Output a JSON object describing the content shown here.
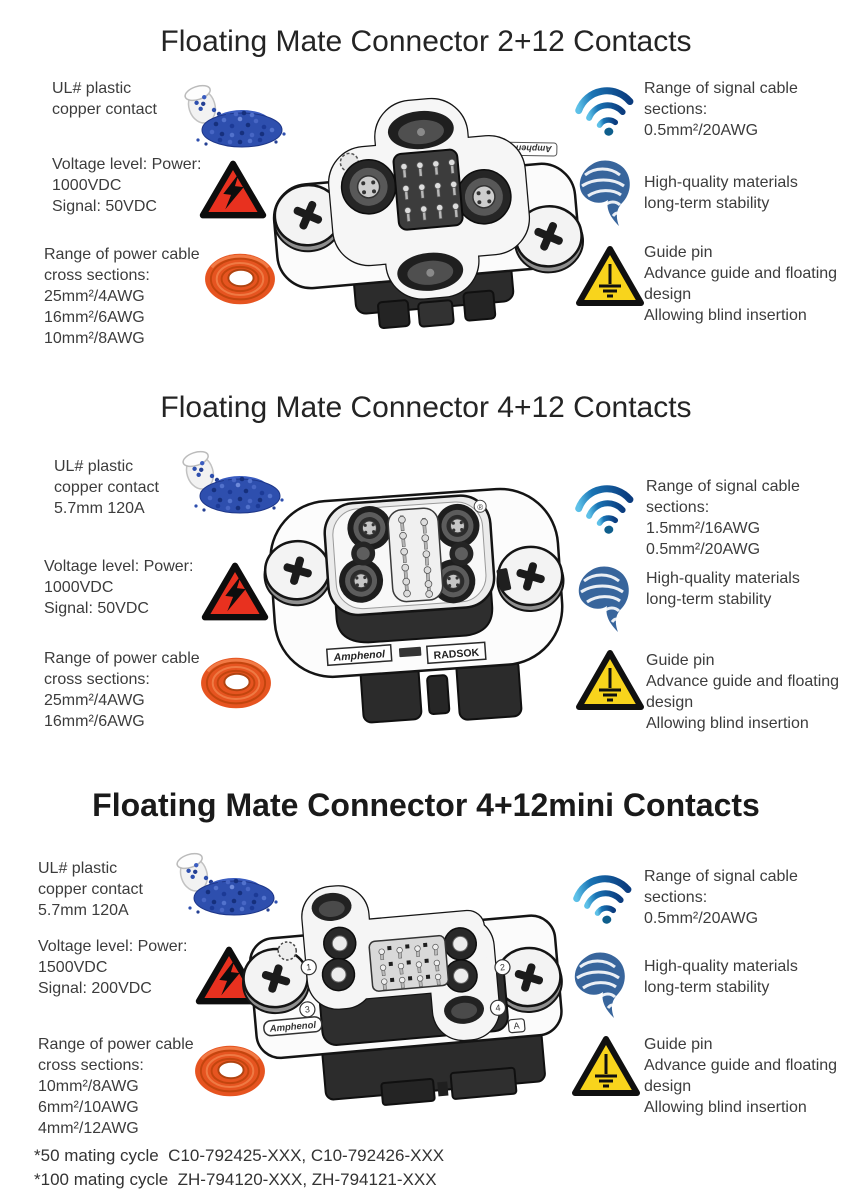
{
  "brand": {
    "amphenol": "Amphenol",
    "radsok": "RADSOK"
  },
  "colors": {
    "granule_blue": "#2e4fae",
    "warning_red": "#e8311f",
    "cable_orange": "#e65420",
    "signal_blue": "#0b3c7e",
    "swirl_blue": "#38659c",
    "warning_yellow": "#f8d41c"
  },
  "icons": {
    "plastic_granules": "plastic-granules-icon",
    "high_voltage": "high-voltage-warning-icon",
    "power_cable": "power-cable-coil-icon",
    "signal_wifi": "signal-cable-wifi-icon",
    "material_swirl": "material-quality-swirl-icon",
    "earth_ground": "earth-ground-warning-icon"
  },
  "sections": [
    {
      "title": "Floating Mate Connector 2+12 Contacts",
      "left": [
        {
          "icon": "plastic-granules-icon",
          "text": "UL# plastic\ncopper contact"
        },
        {
          "icon": "high-voltage-warning-icon",
          "text": "Voltage level: Power:\n1000VDC\nSignal: 50VDC"
        },
        {
          "icon": "power-cable-coil-icon",
          "text": "Range of power cable\ncross sections:\n25mm²/4AWG\n16mm²/6AWG\n10mm²/8AWG"
        }
      ],
      "right": [
        {
          "icon": "signal-cable-wifi-icon",
          "text": "Range of signal cable\nsections:\n0.5mm²/20AWG"
        },
        {
          "icon": "material-quality-swirl-icon",
          "text": "High-quality materials\nlong-term stability"
        },
        {
          "icon": "earth-ground-warning-icon",
          "text": "Guide pin\nAdvance guide and floating\ndesign\nAllowing blind insertion"
        }
      ]
    },
    {
      "title": "Floating Mate Connector 4+12 Contacts",
      "reg_mark": "®",
      "left": [
        {
          "icon": "plastic-granules-icon",
          "text": "UL# plastic\ncopper contact\n5.7mm 120A"
        },
        {
          "icon": "high-voltage-warning-icon",
          "text": "Voltage level: Power:\n1000VDC\nSignal: 50VDC"
        },
        {
          "icon": "power-cable-coil-icon",
          "text": "Range of power cable\ncross sections:\n25mm²/4AWG\n16mm²/6AWG"
        }
      ],
      "right": [
        {
          "icon": "signal-cable-wifi-icon",
          "text": "Range of signal cable\nsections:\n1.5mm²/16AWG\n0.5mm²/20AWG"
        },
        {
          "icon": "material-quality-swirl-icon",
          "text": "High-quality materials\nlong-term stability"
        },
        {
          "icon": "earth-ground-warning-icon",
          "text": "Guide pin\nAdvance guide and floating\ndesign\nAllowing blind insertion"
        }
      ]
    },
    {
      "title": "Floating Mate Connector 4+12mini Contacts",
      "markers": [
        "1",
        "2",
        "3",
        "4",
        "A"
      ],
      "left": [
        {
          "icon": "plastic-granules-icon",
          "text": "UL# plastic\ncopper contact\n5.7mm 120A"
        },
        {
          "icon": "high-voltage-warning-icon",
          "text": "Voltage level: Power:\n1500VDC\nSignal: 200VDC"
        },
        {
          "icon": "power-cable-coil-icon",
          "text": "Range of power cable\ncross sections:\n10mm²/8AWG\n6mm²/10AWG\n4mm²/12AWG"
        }
      ],
      "right": [
        {
          "icon": "signal-cable-wifi-icon",
          "text": "Range of signal cable\nsections:\n0.5mm²/20AWG"
        },
        {
          "icon": "material-quality-swirl-icon",
          "text": "High-quality materials\nlong-term stability"
        },
        {
          "icon": "earth-ground-warning-icon",
          "text": "Guide pin\nAdvance guide and floating\ndesign\nAllowing blind insertion"
        }
      ]
    }
  ],
  "footnotes": [
    "*50 mating cycle  C10-792425-XXX, C10-792426-XXX",
    "*100 mating cycle  ZH-794120-XXX, ZH-794121-XXX"
  ]
}
